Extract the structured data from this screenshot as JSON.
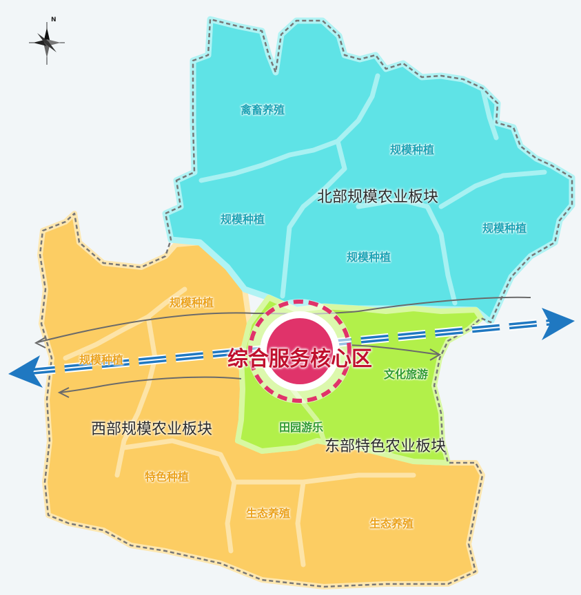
{
  "map": {
    "north_label": "N",
    "core_label": "综合服务核心区",
    "zones": [
      {
        "id": "north",
        "label": "北部规模农业板块",
        "color": "#5fe3e6"
      },
      {
        "id": "west",
        "label": "西部规模农业板块",
        "color": "#fccd63"
      },
      {
        "id": "east",
        "label": "东部特色农业板块",
        "color": "#b2f04a"
      }
    ],
    "sub_areas": {
      "north": [
        "禽畜养殖",
        "规模种植",
        "规模种植",
        "规模种植",
        "规模种植"
      ],
      "west": [
        "规模种植",
        "规模种植",
        "特色种植",
        "生态养殖",
        "生态养殖"
      ],
      "east": [
        "文化旅游",
        "田园游乐"
      ]
    },
    "colors": {
      "core": "#e0336a",
      "axis_arrow": "#1f78c1",
      "boundary": "#777777"
    }
  }
}
